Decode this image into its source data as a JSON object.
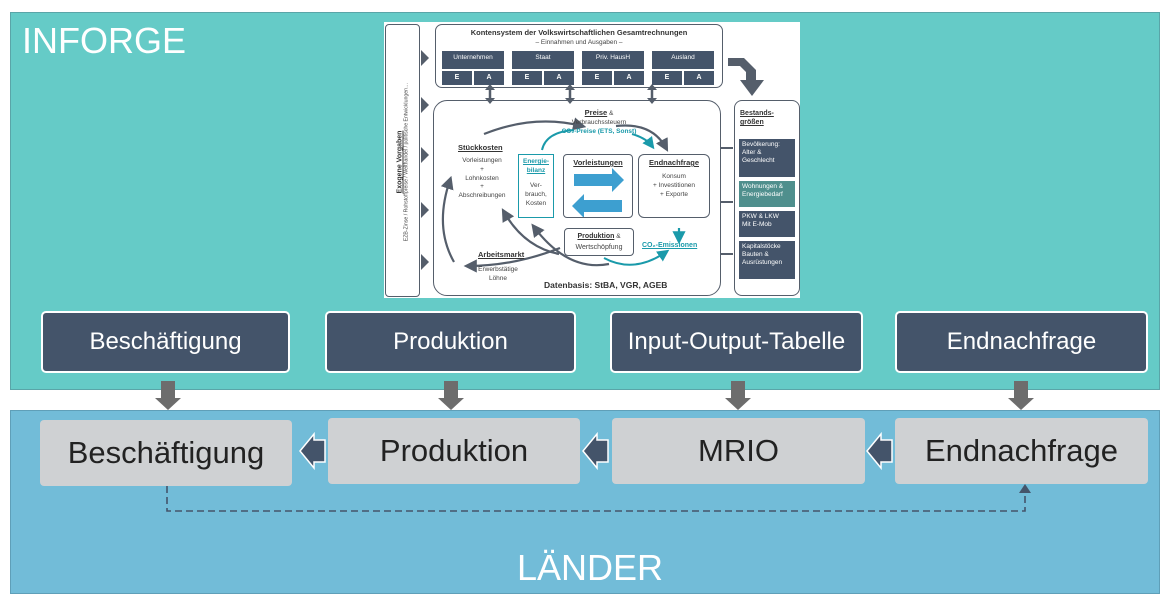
{
  "inforge": {
    "title": "INFORGE",
    "modules": [
      "Beschäftigung",
      "Produktion",
      "Input-Output-Tabelle",
      "Endnachfrage"
    ]
  },
  "laender": {
    "title": "LÄNDER",
    "modules": [
      "Beschäftigung",
      "Produktion",
      "MRIO",
      "Endnachfrage"
    ]
  },
  "figure": {
    "exo_label": "Exogene Vorgaben",
    "exo_sub": "EZB-Zinse / Rohstoffpreise / Welthandel / politische Entwicklungen…",
    "header_title": "Kontensystem der Volkswirtschaftlichen Gesamtrechnungen",
    "header_sub": "– Einnahmen und Ausgaben –",
    "sectors": [
      "Unternehmen",
      "Staat",
      "Priv. HausH",
      "Ausland"
    ],
    "ea": [
      "E",
      "A"
    ],
    "stueckkosten_title": "Stückkosten",
    "stueckkosten_text": "Vorleistungen\n+\nLohnkosten\n+\nAbschreibungen",
    "preise_title": "Preise",
    "preise_amp": " &",
    "preise_line2": "Verbrauchssteuern",
    "co2_preise": "CO₂-Preise (ETS, Sonst)",
    "energie_title": "Energie-\nbilanz",
    "energie_text": "Ver-\nbrauch,\nKosten",
    "vorleistungen_title": "Vorleistungen",
    "endnachfrage_title": "Endnachfrage",
    "endnachfrage_text": "Konsum\n+ Investitionen\n+ Exporte",
    "produktion_title": "Produktion",
    "produktion_amp": " &",
    "produktion_line2": "Wertschöpfung",
    "co2_emissionen": "CO₂-Emissionen",
    "arbeitsmarkt_title": "Arbeitsmarkt",
    "arbeitsmarkt_text": "Erwerbstätige\nLöhne",
    "datenbasis": "Datenbasis: StBA, VGR, AGEB",
    "bestand_title": "Bestands-\ngrößen",
    "stocks": [
      "Bevölkerung:\nAlter &\nGeschlecht",
      "Wohnungen &\nEnergiebedarf",
      "PKW & LKW\nMit E-Mob",
      "Kapitalstöcke\nBauten &\nAusrüstungen"
    ]
  },
  "colors": {
    "inforge_bg": "#65cbc7",
    "laender_bg": "#72bcd8",
    "module_dark": "#44546a",
    "module_light": "#cfd1d3",
    "accent_teal": "#1a9aaa"
  }
}
